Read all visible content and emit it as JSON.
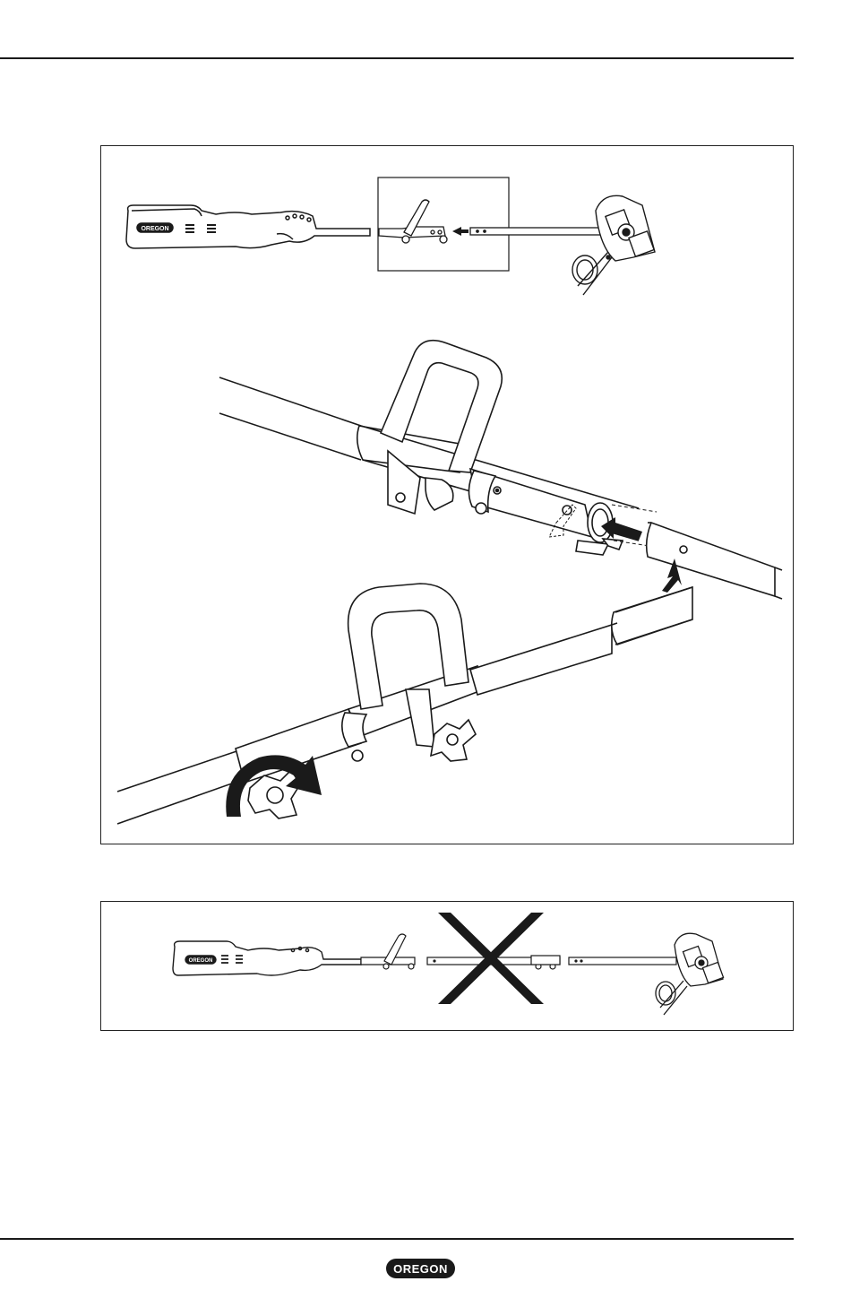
{
  "brand": {
    "footer_logo": "OREGON",
    "tool_logo": "OREGON"
  },
  "colors": {
    "ink": "#1a1a1a",
    "paper": "#ffffff",
    "tool_gray": "#d9d9d9"
  },
  "figures": [
    {
      "id": "assembly-steps",
      "icons": [
        "power-head-icon",
        "shaft-coupler-icon",
        "insert-arrow-icon",
        "edger-attachment-icon",
        "handle-coupler-icon",
        "push-arrow-icon",
        "rotate-arrow-icon",
        "knob-icon"
      ]
    },
    {
      "id": "incorrect-assembly",
      "icons": [
        "power-head-icon",
        "extension-shaft-icon",
        "cross-mark-icon",
        "edger-attachment-icon"
      ]
    }
  ]
}
